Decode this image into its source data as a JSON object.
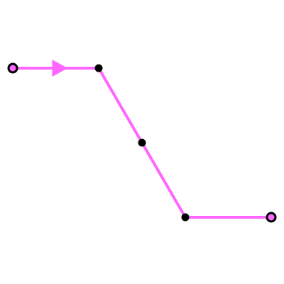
{
  "diagram": {
    "type": "directed-path",
    "colors": {
      "background": "#ffffff",
      "path": "#ff66ff",
      "node_fill": "#000000",
      "endpoint_fill": "#ff66ff",
      "endpoint_stroke": "#000000",
      "arrow": "#ff66ff"
    },
    "nodes": [
      {
        "id": "start",
        "kind": "endpoint",
        "name": "start-endpoint"
      },
      {
        "id": "n1",
        "kind": "vertex",
        "name": "vertex-1"
      },
      {
        "id": "n2",
        "kind": "vertex",
        "name": "vertex-2"
      },
      {
        "id": "n3",
        "kind": "vertex",
        "name": "vertex-3"
      },
      {
        "id": "end",
        "kind": "endpoint",
        "name": "end-endpoint"
      }
    ],
    "edges": [
      {
        "from": "start",
        "to": "n1",
        "arrow": true
      },
      {
        "from": "n1",
        "to": "n2",
        "arrow": false
      },
      {
        "from": "n2",
        "to": "n3",
        "arrow": false
      },
      {
        "from": "n3",
        "to": "end",
        "arrow": false
      }
    ]
  }
}
